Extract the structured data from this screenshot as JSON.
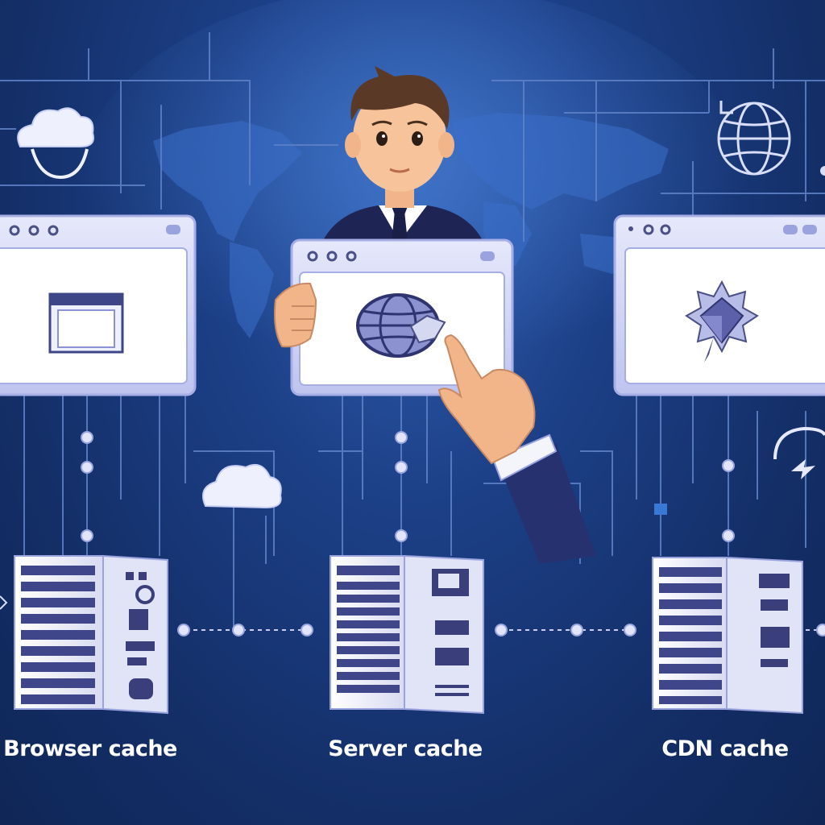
{
  "labels": {
    "browser_cache": "Browser cache",
    "server_cache": "Server cache",
    "cdn_cache": "CDN cache"
  },
  "colors": {
    "background": "#1c3f86",
    "line": "#5f82c8",
    "window_frame": "#c9cdf3",
    "window_body": "#ffffff",
    "server_body": "#f1f1fb",
    "server_dark": "#3a3f7c",
    "caption": "#ffffff"
  },
  "icons": [
    "cloud-icon",
    "globe-icon",
    "folder-window-icon",
    "globe-cursor-icon",
    "gem-badge-icon",
    "server-icon",
    "refresh-icon"
  ]
}
